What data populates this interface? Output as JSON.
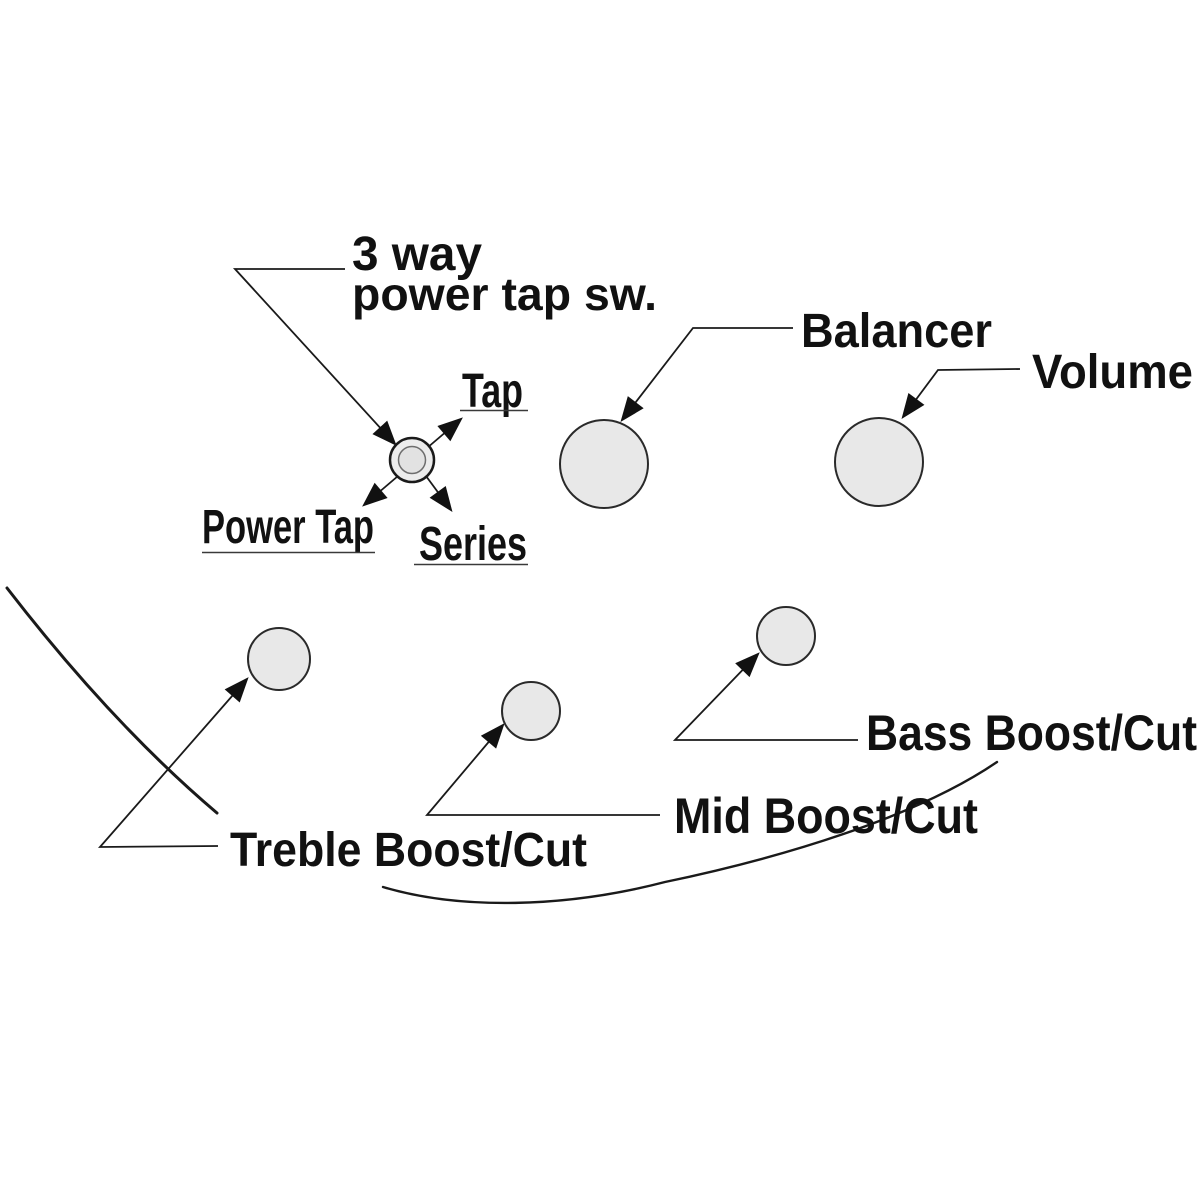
{
  "diagram": {
    "title_implicit": "Bass guitar control layout diagram",
    "labels": {
      "switch_line1": "3 way",
      "switch_line2": "power tap sw.",
      "tap": "Tap",
      "power_tap": "Power Tap",
      "series": "Series",
      "balancer": "Balancer",
      "volume": "Volume",
      "bass": "Bass Boost/Cut",
      "mid": "Mid Boost/Cut",
      "treble": "Treble Boost/Cut"
    },
    "colors": {
      "background": "#ffffff",
      "line": "#1a1a1a",
      "text": "#111111",
      "knob_fill": "#e8e8e8",
      "knob_stroke": "#2a2a2a",
      "switch_inner_fill": "#e2e2e2"
    }
  }
}
